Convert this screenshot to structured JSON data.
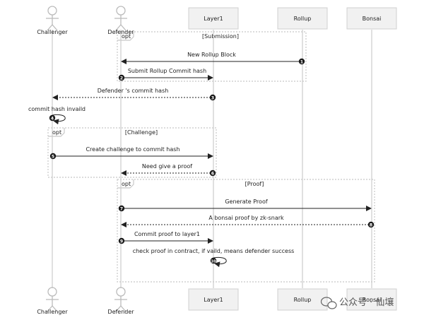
{
  "participants": [
    {
      "id": "challenger",
      "label": "Challenger",
      "kind": "actor"
    },
    {
      "id": "defender",
      "label": "Defender",
      "kind": "actor"
    },
    {
      "id": "layer1",
      "label": "Layer1",
      "kind": "box"
    },
    {
      "id": "rollup",
      "label": "Rollup",
      "kind": "box"
    },
    {
      "id": "bonsai",
      "label": "Bonsai",
      "kind": "box"
    }
  ],
  "fragments": [
    {
      "keyword": "opt",
      "condition": "[Submission]"
    },
    {
      "keyword": "opt",
      "condition": "[Challenge]"
    },
    {
      "keyword": "opt",
      "condition": "[Proof]"
    }
  ],
  "messages": [
    {
      "num": "1",
      "from": "rollup",
      "to": "defender",
      "label": "New Rollup Block",
      "style": "solid"
    },
    {
      "num": "2",
      "from": "defender",
      "to": "layer1",
      "label": "Submit Rollup Commit hash",
      "style": "solid"
    },
    {
      "num": "3",
      "from": "layer1",
      "to": "challenger",
      "label": "Defender 's commit hash",
      "style": "dashed"
    },
    {
      "num": "4",
      "from": "challenger",
      "to": "challenger",
      "label": "commit hash invaild",
      "style": "self"
    },
    {
      "num": "5",
      "from": "challenger",
      "to": "layer1",
      "label": "Create challenge to commit hash",
      "style": "solid"
    },
    {
      "num": "6",
      "from": "layer1",
      "to": "defender",
      "label": "Need give a proof",
      "style": "dashed"
    },
    {
      "num": "7",
      "from": "defender",
      "to": "bonsai",
      "label": "Generate Proof",
      "style": "solid"
    },
    {
      "num": "8",
      "from": "bonsai",
      "to": "defender",
      "label": "A bonsai proof by zk-snark",
      "style": "dashed"
    },
    {
      "num": "9",
      "from": "defender",
      "to": "layer1",
      "label": "Commit proof to layer1",
      "style": "solid"
    },
    {
      "num": "10",
      "from": "layer1",
      "to": "layer1",
      "label": "check proof in contract, if vaild, means defender success",
      "style": "self"
    }
  ],
  "watermark": "公众号 · 仙壤",
  "colors": {
    "line": "#222222",
    "lifeline": "#cccccc",
    "box_fill": "#f1f1f1",
    "box_stroke": "#d0d0d0",
    "fragment": "#c8c8c8",
    "actor": "#bbbbbb"
  }
}
